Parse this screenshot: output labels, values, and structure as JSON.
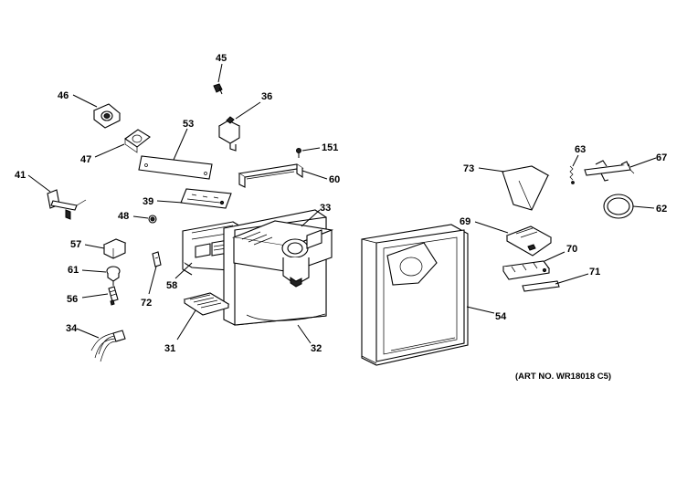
{
  "diagram": {
    "art_no": "(ART NO. WR18018 C5)",
    "callouts": {
      "p45": "45",
      "p46": "46",
      "p36": "36",
      "p53": "53",
      "p47": "47",
      "p151": "151",
      "p41": "41",
      "p60": "60",
      "p39": "39",
      "p33": "33",
      "p48": "48",
      "p57": "57",
      "p61": "61",
      "p58": "58",
      "p72": "72",
      "p56": "56",
      "p34": "34",
      "p31": "31",
      "p32": "32",
      "p54": "54",
      "p73": "73",
      "p63": "63",
      "p67": "67",
      "p62": "62",
      "p69": "69",
      "p70": "70",
      "p71": "71"
    }
  }
}
